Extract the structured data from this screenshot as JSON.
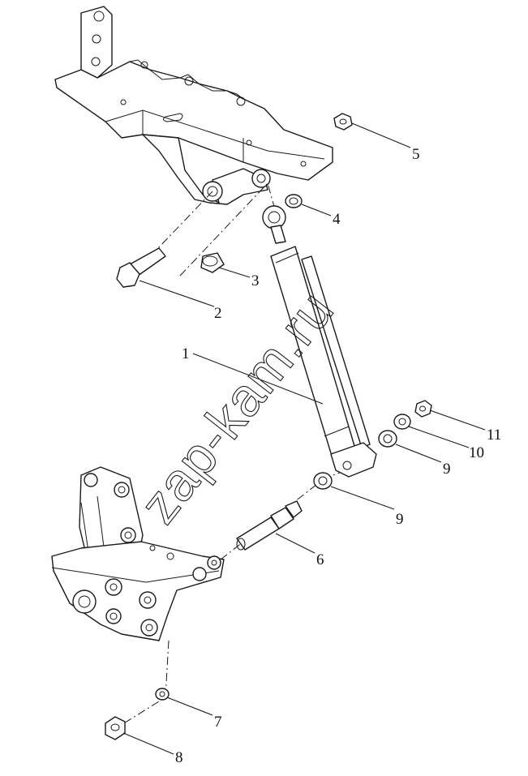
{
  "diagram": {
    "callouts": [
      {
        "id": "c1",
        "label": "1"
      },
      {
        "id": "c2",
        "label": "2"
      },
      {
        "id": "c3",
        "label": "3"
      },
      {
        "id": "c4",
        "label": "4"
      },
      {
        "id": "c5",
        "label": "5"
      },
      {
        "id": "c6",
        "label": "6"
      },
      {
        "id": "c7",
        "label": "7"
      },
      {
        "id": "c8",
        "label": "8"
      },
      {
        "id": "c9a",
        "label": "9"
      },
      {
        "id": "c9b",
        "label": "9"
      },
      {
        "id": "c10",
        "label": "10"
      },
      {
        "id": "c11",
        "label": "11"
      }
    ]
  },
  "watermark": {
    "text": "zap-kam.ru",
    "color": "#1a1a1a"
  },
  "colors": {
    "line": "#1a1a1a",
    "background": "#ffffff"
  }
}
